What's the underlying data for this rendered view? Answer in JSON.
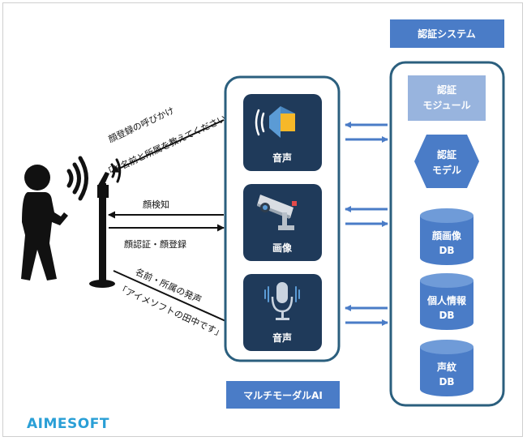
{
  "auth_system": {
    "title": "認証システム",
    "components": [
      {
        "line1": "認証",
        "line2": "モジュール"
      },
      {
        "line1": "認証",
        "line2": "モデル"
      },
      {
        "line1": "顔画像",
        "line2": "DB"
      },
      {
        "line1": "個人情報",
        "line2": "DB"
      },
      {
        "line1": "声紋",
        "line2": "DB"
      }
    ]
  },
  "multimodal_ai": {
    "title": "マルチモーダルAI",
    "tiles": [
      {
        "label": "音声",
        "icon": "speaker-icon"
      },
      {
        "label": "画像",
        "icon": "camera-icon"
      },
      {
        "label": "音声",
        "icon": "microphone-icon"
      }
    ]
  },
  "flows": {
    "face_registration_call": "顔登録の呼びかけ",
    "prompt_quote": "「お名前と所属を教えてください」",
    "face_detection": "顔検知",
    "face_auth_registration": "顔認証・顔登録",
    "name_affiliation_speech": "名前・所属の発声",
    "speech_quote": "「アイメソフトの田中です」"
  },
  "logo": {
    "text": "AIMESOFT"
  },
  "colors": {
    "accent": "#4a7cc7",
    "dark_navy": "#1f3a5a",
    "light_box": "#98b4de",
    "container_border": "#2b5f7e",
    "logo": "#2a9fd6"
  }
}
